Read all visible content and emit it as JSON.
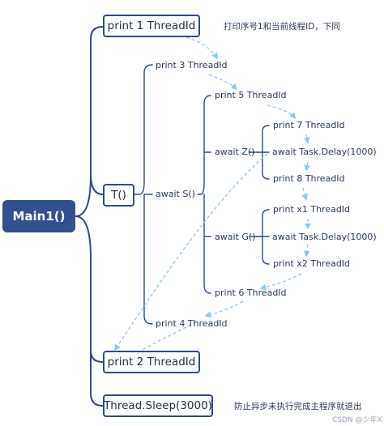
{
  "root": {
    "label": "Main1()"
  },
  "main_children": {
    "print1": {
      "label": "print  1  ThreadId",
      "note": "打印序号1和当前线程ID，下同"
    },
    "t_call": {
      "label": "T()"
    },
    "print2": {
      "label": "print  2  ThreadId"
    },
    "sleep": {
      "label": "Thread.Sleep(3000)",
      "note": "防止异步未执行完成主程序就退出"
    }
  },
  "t_children": {
    "print3": "print  3  ThreadId",
    "await_s": "await  S()",
    "print4": "print  4  ThreadId"
  },
  "s_children": {
    "print5": "print  5  ThreadId",
    "await_z": "await  Z()",
    "await_g": "await  G()",
    "print6": "print  6  ThreadId"
  },
  "z_children": {
    "print7": "print  7  ThreadId",
    "delay": "await Task.Delay(1000)",
    "print8": "print  8  ThreadId"
  },
  "g_children": {
    "printx1": "print  x1  ThreadId",
    "delay": "await Task.Delay(1000)",
    "printx2": "print  x2  ThreadId"
  },
  "watermark": "CSDN @少年X",
  "colors": {
    "node_border": "#2e4a86",
    "root_fill": "#32508f",
    "connector": "#2e4a86",
    "flow_arrow": "#8ec8ee"
  }
}
